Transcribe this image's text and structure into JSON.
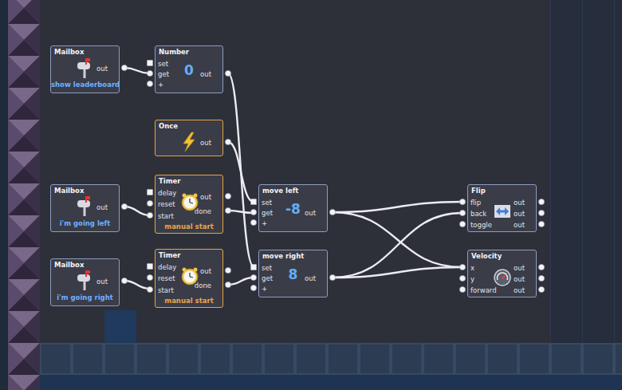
{
  "diagram": {
    "nodes": [
      {
        "text": [
          "Mailbox",
          "out",
          "show leaderboard"
        ]
      },
      {
        "text": [
          "Number",
          "set",
          "get",
          "+",
          "0",
          "out"
        ]
      },
      {
        "text": [
          "Once",
          "out"
        ]
      },
      {
        "text": [
          "Mailbox",
          "out",
          "i'm going left"
        ]
      },
      {
        "text": [
          "Timer",
          "delay",
          "reset",
          "start",
          "out",
          "done",
          "manual start"
        ]
      },
      {
        "text": [
          "move left",
          "set",
          "get",
          "+",
          "-8",
          "out"
        ]
      },
      {
        "text": [
          "Flip",
          "flip",
          "back",
          "toggle",
          "out",
          "out",
          "out"
        ]
      },
      {
        "text": [
          "Mailbox",
          "out",
          "i'm going right"
        ]
      },
      {
        "text": [
          "Timer",
          "delay",
          "reset",
          "start",
          "out",
          "done",
          "manual start"
        ]
      },
      {
        "text": [
          "move right",
          "set",
          "get",
          "+",
          "8",
          "out"
        ]
      },
      {
        "text": [
          "Velocity",
          "x",
          "y",
          "forward",
          "out",
          "out",
          "out"
        ]
      }
    ],
    "edges": [
      {
        "from": 0,
        "to": 1,
        "arrow": "none"
      },
      {
        "from": 2,
        "to": 5,
        "arrow": "none"
      },
      {
        "from": 1,
        "to": 9,
        "arrow": "none"
      },
      {
        "from": 3,
        "to": 4,
        "arrow": "none"
      },
      {
        "from": 4,
        "to": 5,
        "arrow": "none"
      },
      {
        "from": 7,
        "to": 8,
        "arrow": "none"
      },
      {
        "from": 8,
        "to": 9,
        "arrow": "none"
      },
      {
        "from": 5,
        "to": 6,
        "arrow": "none"
      },
      {
        "from": 5,
        "to": 10,
        "arrow": "none"
      },
      {
        "from": 9,
        "to": 6,
        "arrow": "none"
      },
      {
        "from": 9,
        "to": 10,
        "arrow": "none"
      }
    ]
  }
}
